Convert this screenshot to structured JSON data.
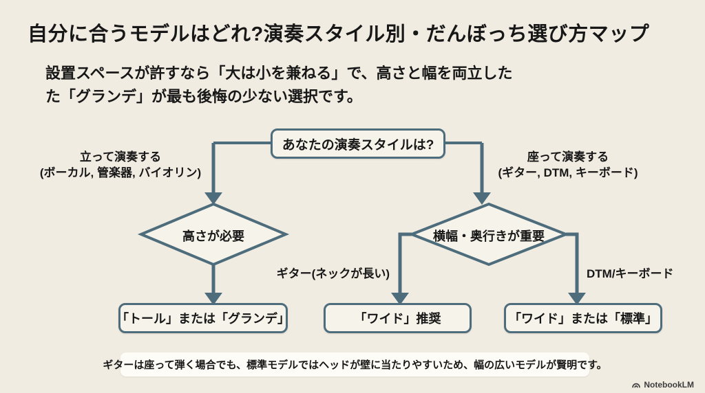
{
  "page": {
    "title": "自分に合うモデルはどれ?演奏スタイル別・だんぼっち選び方マップ",
    "subtitle_line1": "設置スペースが許すなら「大は小を兼ねる」で、高さと幅を両立した",
    "subtitle_line2": "た「グランデ」が最も後悔の少ない選択です。"
  },
  "flowchart": {
    "root_question": "あなたの演奏スタイルは?",
    "left_branch": {
      "label_line1": "立って演奏する",
      "label_line2": "(ボーカル, 管楽器, バイオリン)",
      "decision": "高さが必要",
      "result": "「トール」または「グランデ」"
    },
    "right_branch": {
      "label_line1": "座って演奏する",
      "label_line2": "(ギター, DTM, キーボード)",
      "decision": "横幅・奥行きが重要",
      "sub_left": {
        "label": "ギター(ネックが長い)",
        "result": "「ワイド」推奨"
      },
      "sub_right": {
        "label": "DTM/キーボード",
        "result": "「ワイド」または「標準」"
      }
    }
  },
  "footnote": "ギターは座って弾く場合でも、標準モデルではヘッドが壁に当たりやすいため、幅の広いモデルが賢明です。",
  "branding": {
    "logo_text": "NotebookLM"
  },
  "colors": {
    "background": "#f1ece2",
    "connector": "#4e6d7c",
    "node_fill": "#f6f3ea",
    "note_background": "#fdfcf6",
    "text": "#171717"
  }
}
